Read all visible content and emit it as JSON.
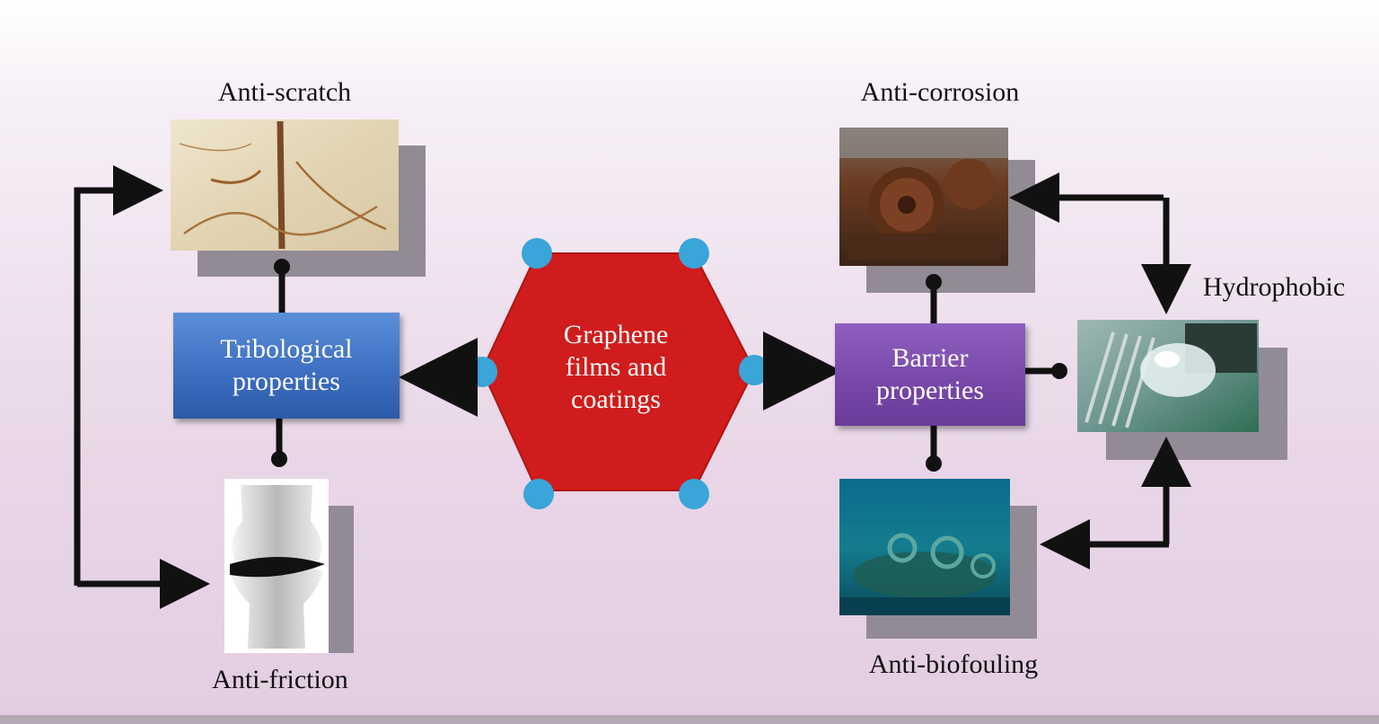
{
  "center": {
    "label_lines": [
      "Graphene",
      "films and",
      "coatings"
    ],
    "color": "#d01c1c",
    "node_color": "#3aa5d8"
  },
  "tribological": {
    "label_lines": [
      "Tribological",
      "properties"
    ],
    "color": "#3b6dbf"
  },
  "barrier": {
    "label_lines": [
      "Barrier",
      "properties"
    ],
    "color": "#7747a8"
  },
  "labels": {
    "anti_scratch": "Anti-scratch",
    "anti_friction": "Anti-friction",
    "anti_corrosion": "Anti-corrosion",
    "anti_biofouling": "Anti-biofouling",
    "hydrophobic": "Hydrophobic"
  }
}
